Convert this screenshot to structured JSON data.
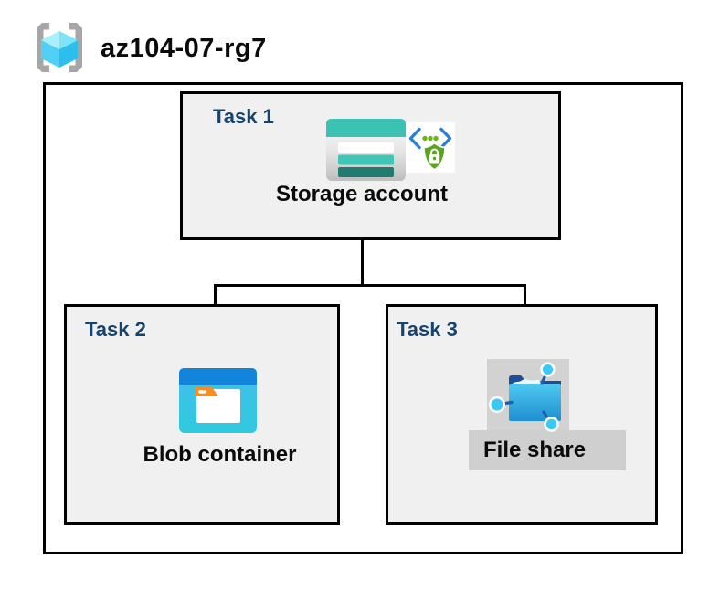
{
  "resource_group": {
    "name": "az104-07-rg7",
    "icon": "resource-group-icon"
  },
  "tasks": [
    {
      "label": "Task 1",
      "resource": "Storage account",
      "icons": [
        "storage-account-icon",
        "secure-endpoint-icon"
      ]
    },
    {
      "label": "Task 2",
      "resource": "Blob container",
      "icons": [
        "blob-container-icon"
      ]
    },
    {
      "label": "Task 3",
      "resource": "File share",
      "icons": [
        "file-share-icon"
      ]
    }
  ],
  "connections": [
    {
      "from": "Storage account",
      "to": "Blob container"
    },
    {
      "from": "Storage account",
      "to": "File share"
    }
  ],
  "colors": {
    "task_label_navy": "#17436F",
    "task_box_fill": "#F0F0F0",
    "border_black": "#000000",
    "storage_teal": "#3BC2B2",
    "storage_teal_dark": "#227B70",
    "blob_header_blue": "#1284DB",
    "blob_body_cyan": "#3BC2E9",
    "folder_tab_orange": "#F78E24",
    "fileshare_folder_blue": "#2BA7DF",
    "node_cyan": "#38C9F6",
    "stem_blue": "#1C5FB0",
    "shield_green": "#5BA41C",
    "code_bracket_blue": "#2B7FD4",
    "rg_bracket_gray": "#A6A6A6",
    "rg_cube_cyan": "#4FD0F4",
    "fileshare_icon_bg_gray": "#D2D2D2",
    "fileshare_label_band_gray": "#CFCFCF"
  }
}
